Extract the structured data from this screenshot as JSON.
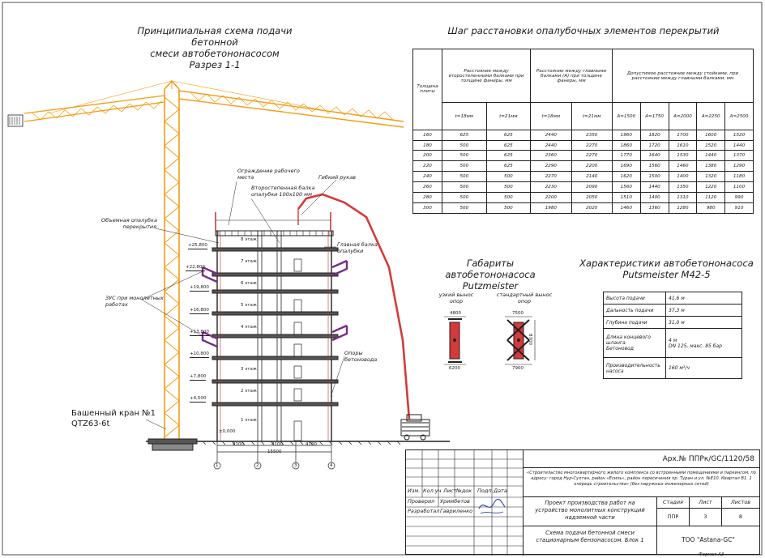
{
  "section_title": [
    "Принципиальная схема подачи бетонной",
    "смеси автобетононасосом",
    "Разрез 1-1"
  ],
  "table_title": "Шаг расстановки опалубочных элементов перекрытий",
  "step_table": {
    "h_thickness": "Толщина плиты",
    "h_secondary": "Расстояние между второстепенными балками при толщине фанеры, мм",
    "h_main": "Расстояние между главными балками (А) при толщине фанеры, мм",
    "h_posts": "Допустимое расстояние между стойками, при расстоянии между главными балками, мм",
    "sub": [
      "t=18мм",
      "t=21мм",
      "t=18мм",
      "t=21мм",
      "A=1500",
      "A=1750",
      "A=2000",
      "A=2250",
      "A=2500"
    ],
    "rows": [
      [
        "160",
        "625",
        "625",
        "2440",
        "2350",
        "1960",
        "1820",
        "1700",
        "1600",
        "1520"
      ],
      [
        "180",
        "500",
        "625",
        "2440",
        "2270",
        "1860",
        "1720",
        "1610",
        "1520",
        "1440"
      ],
      [
        "200",
        "500",
        "625",
        "2360",
        "2270",
        "1770",
        "1640",
        "1530",
        "1440",
        "1370"
      ],
      [
        "220",
        "500",
        "625",
        "2290",
        "2200",
        "1690",
        "1560",
        "1460",
        "1380",
        "1290"
      ],
      [
        "240",
        "500",
        "500",
        "2270",
        "2140",
        "1620",
        "1500",
        "1400",
        "1320",
        "1180"
      ],
      [
        "260",
        "500",
        "500",
        "2230",
        "2090",
        "1560",
        "1440",
        "1350",
        "1220",
        "1100"
      ],
      [
        "280",
        "500",
        "500",
        "2200",
        "2050",
        "1510",
        "1400",
        "1310",
        "1120",
        "990"
      ],
      [
        "300",
        "500",
        "500",
        "1980",
        "2020",
        "1460",
        "1360",
        "1280",
        "980",
        "910"
      ]
    ]
  },
  "dims_title": [
    "Габариты автобетононасоса",
    "Putzmeister"
  ],
  "outrigger_narrow": {
    "label": [
      "узкий вынос",
      "опор"
    ],
    "top": "4800",
    "bottom": "6200"
  },
  "outrigger_std": {
    "label": [
      "стандартный вынос",
      "опор"
    ],
    "top": "7500",
    "bottom": "7900",
    "side": "8700"
  },
  "chars_title": [
    "Характеристики автобетононасоса",
    "Putsmeister M42-5"
  ],
  "chars": [
    [
      "Высота подачи",
      "41,6 м"
    ],
    [
      "Дальность подачи",
      "37,3 м"
    ],
    [
      "Глубина подачи",
      "31,0 м"
    ],
    [
      "Длина концевого шланга\nБетоновод",
      "4 м\nDN 125, макс. 85 бар"
    ],
    [
      "Производительность насоса",
      "160 м³/ч"
    ]
  ],
  "annotations": {
    "guard": [
      "Ограждение рабочего",
      "места"
    ],
    "hose": "Гибкий рукав",
    "secondary_beam": [
      "Второстепенная балка",
      "опалубки 100х100 мм"
    ],
    "volume_form": [
      "Объемная опалубка",
      "перекрытия"
    ],
    "main_beam": [
      "Главная балка",
      "опалубки"
    ],
    "scaffold": [
      "ЗУС при монолитных",
      "работах"
    ],
    "supports": [
      "Опоры",
      "бетоновода"
    ],
    "crane": "Башенный кран №1",
    "crane_model": "QTZ63-6t"
  },
  "floors": [
    "8 этаж",
    "7 этаж",
    "6 этаж",
    "5 этаж",
    "4 этаж",
    "3 этаж",
    "2 этаж",
    "1 этаж"
  ],
  "levels": [
    "+25,800",
    "+22,800",
    "+19,800",
    "+16,800",
    "+13,800",
    "+10,800",
    "+7,800",
    "+4,500",
    "±0,000"
  ],
  "bottom_dims": [
    "4100",
    "4100",
    "4100",
    "15500"
  ],
  "axes": [
    "1",
    "2",
    "3",
    "4"
  ],
  "stamp": {
    "code": "Арх.№ ППРк/GC/1120/58",
    "project": "«Строительство многоквартирного жилого комплекса со встроенными помещениями и паркингом, по адресу: город Нур-Султан, район «Есиль», район пересечения пр. Туран и ул. №Е10. Квартал В1. 1 очередь строительства» (без наружных инженерных сетей)",
    "cols": [
      "Изм.",
      "Кол.уч",
      "Лист",
      "№док",
      "Подп.",
      "Дата"
    ],
    "checked_role": "Проверил",
    "checked_name": "Уримбетов",
    "dev_role": "Разработал",
    "dev_name": "Гавриленко",
    "work_title": "Проект производства работ на устройство монолитных конструкций надземной части",
    "stage_h": "Стадия",
    "sheet_h": "Лист",
    "sheets_h": "Листов",
    "stage": "ППР",
    "sheet": "3",
    "sheets": "8",
    "drawing_title": "Схема подачи бетонной смеси стационарным бензонасосом. Блок 1",
    "org": "ТОО \"Astana-GC\"",
    "format": "Формат А3"
  }
}
